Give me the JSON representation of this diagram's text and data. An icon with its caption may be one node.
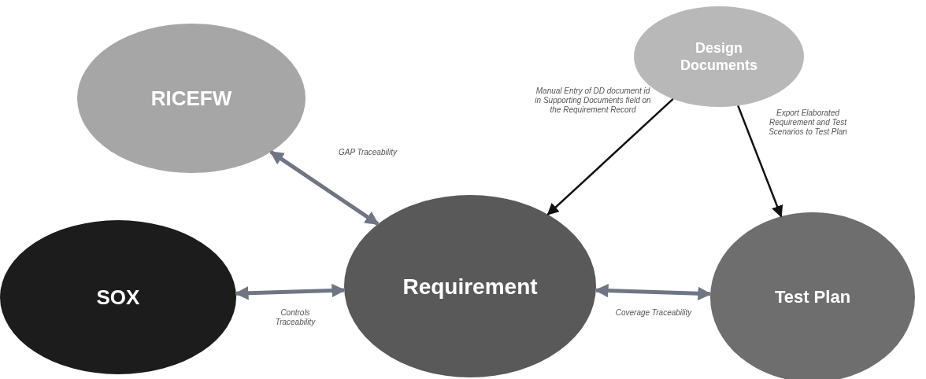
{
  "diagram": {
    "nodes": [
      {
        "text": [
          "RICEFW"
        ]
      },
      {
        "text": [
          "Design Documents"
        ]
      },
      {
        "text": [
          "SOX"
        ]
      },
      {
        "text": [
          "Requirement"
        ]
      },
      {
        "text": [
          "Test Plan"
        ]
      }
    ],
    "edges": [
      {
        "from": 0,
        "to": 3,
        "arrow": "both",
        "label": "GAP Traceability"
      },
      {
        "from": 1,
        "to": 3,
        "arrow": "to",
        "label": "Manual Entry of DD document id in Supporting Documents field on the Requirement Record",
        "color": "#111111"
      },
      {
        "from": 1,
        "to": 4,
        "arrow": "to",
        "label": "Export Elaborated Requirement and Test Scenarios to Test Plan",
        "color": "#111111"
      },
      {
        "from": 2,
        "to": 3,
        "arrow": "both",
        "label": "Controls Traceability"
      },
      {
        "from": 3,
        "to": 4,
        "arrow": "both",
        "label": "Coverage Traceability"
      }
    ]
  }
}
